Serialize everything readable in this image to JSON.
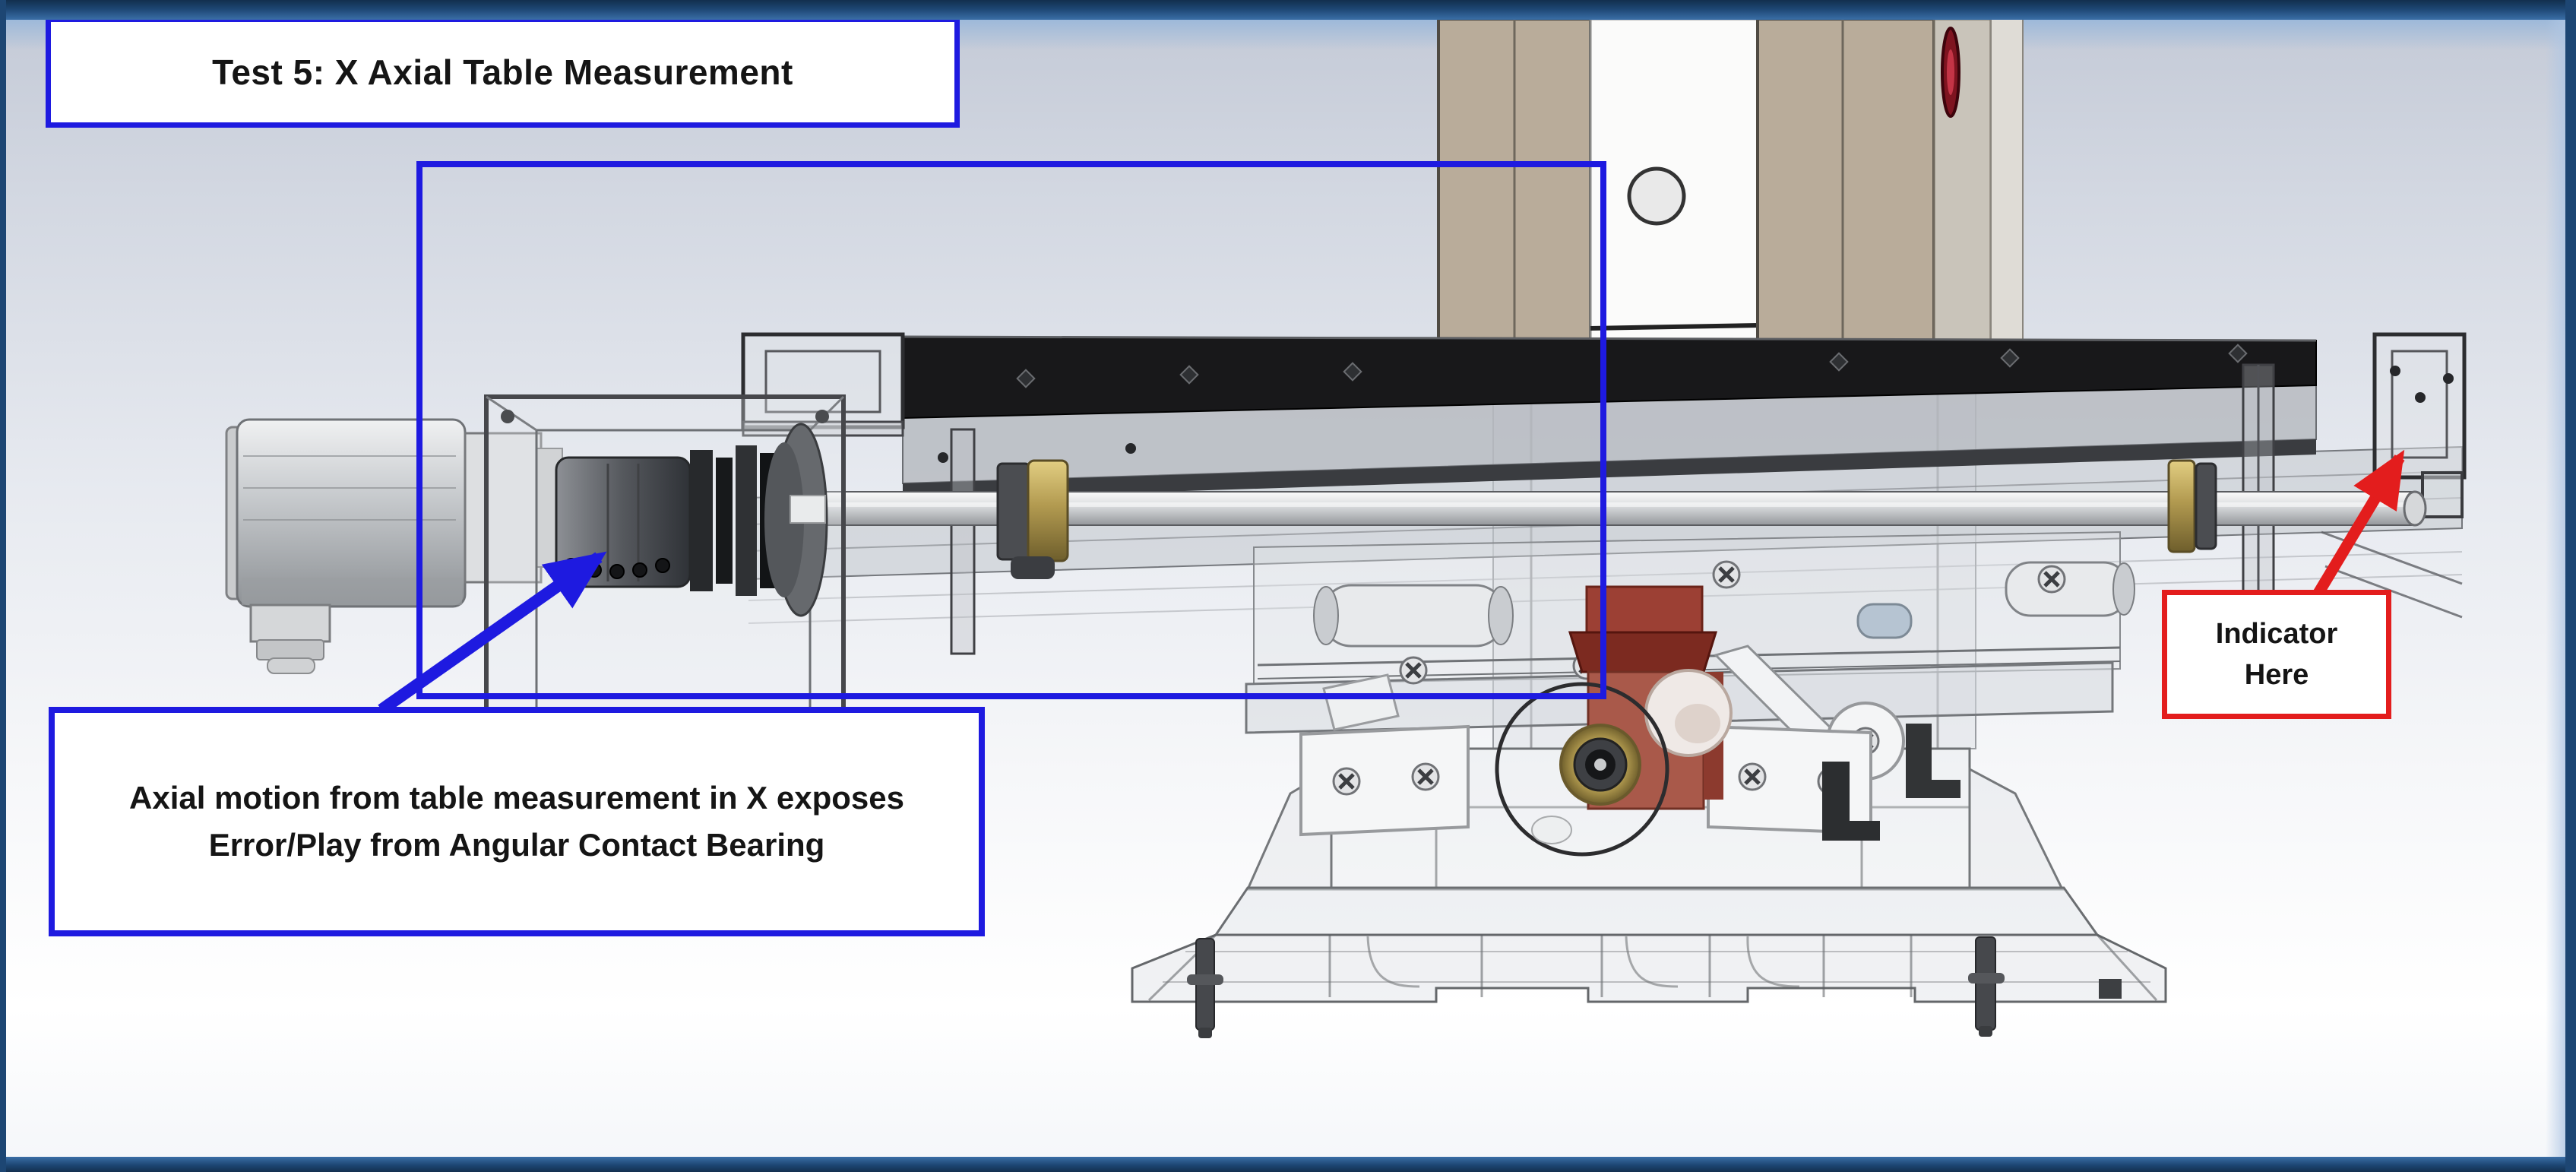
{
  "frame": {
    "navy": "#1d4673"
  },
  "annotations": {
    "blue": "#1e1ae0",
    "red": "#e31d1d",
    "title_box": {
      "label": "Test 5: X Axial Table Measurement"
    },
    "note_box": {
      "line1": "Axial motion from table measurement in X exposes",
      "line2": "Error/Play from Angular Contact Bearing"
    },
    "indicator_box": {
      "line1": "Indicator",
      "line2": "Here"
    }
  }
}
